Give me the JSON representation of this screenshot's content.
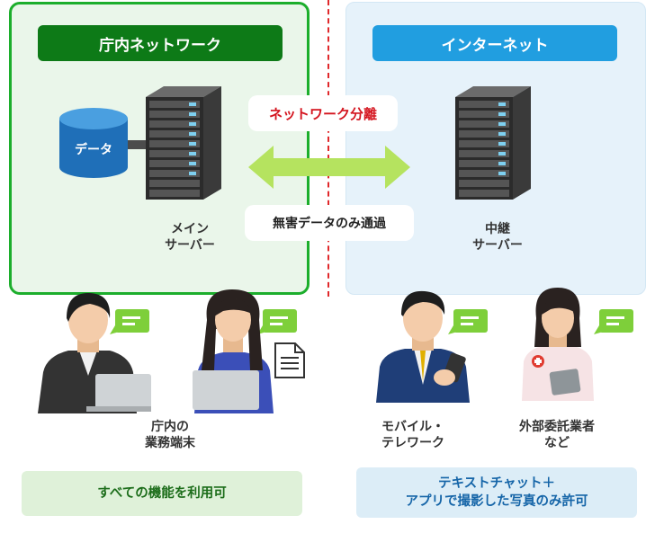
{
  "zones": {
    "left_title": "庁内ネットワーク",
    "right_title": "インターネット"
  },
  "labels": {
    "separation": "ネットワーク分離",
    "passthrough": "無害データのみ通過",
    "database": "データ",
    "main_server_line1": "メイン",
    "main_server_line2": "サーバー",
    "relay_server_line1": "中継",
    "relay_server_line2": "サーバー"
  },
  "users": {
    "internal_line1": "庁内の",
    "internal_line2": "業務端末",
    "mobile_line1": "モバイル・",
    "mobile_line2": "テレワーク",
    "external_line1": "外部委託業者",
    "external_line2": "など"
  },
  "boxes": {
    "left": "すべての機能を利用可",
    "right_line1": "テキストチャット＋",
    "right_line2": "アプリで撮影した写真のみ許可"
  },
  "colors": {
    "intranet_green": "#0d7a17",
    "internet_blue": "#219ee0",
    "separation_red": "#d4141e",
    "arrow_green": "#b5e35f"
  }
}
